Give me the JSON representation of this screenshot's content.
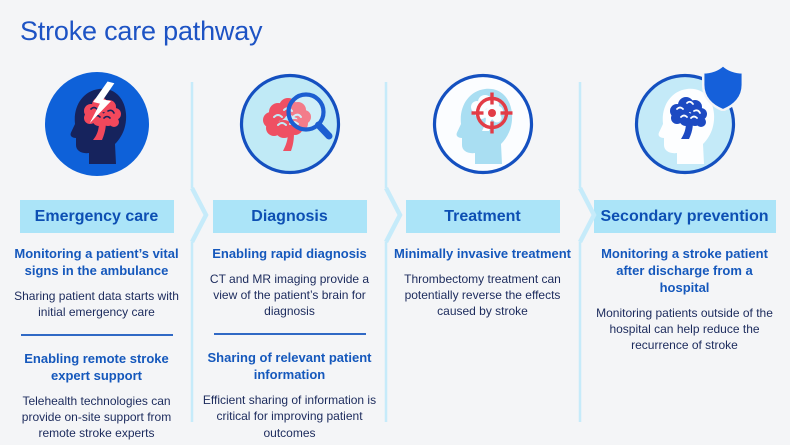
{
  "title": "Stroke care pathway",
  "colors": {
    "background": "#f4f5f7",
    "title_text": "#1d53c4",
    "banner_bg": "#abe4f8",
    "banner_text": "#0d4fb3",
    "heading_text": "#1558bc",
    "body_text": "#1b2a5c",
    "section_divider": "#3069c5",
    "column_divider": "#c6ebfa",
    "icon_bright_blue": "#0e61d9",
    "icon_navy": "#16235d",
    "icon_pink": "#f2485c",
    "icon_light_blue": "#a9def2",
    "icon_cyan_bg": "#c0eaf6",
    "icon_ring_blue": "#1450c0",
    "crosshair_red": "#e23c46"
  },
  "columns": [
    {
      "id": "emergency-care",
      "banner": "Emergency care",
      "icon": "head-with-lightning-and-brain-icon",
      "sections": [
        {
          "heading": "Monitoring a patient’s vital signs in the ambulance",
          "body": "Sharing patient data starts with initial emergency care"
        },
        {
          "heading": "Enabling remote stroke expert support",
          "body": "Telehealth technologies can provide on-site support from remote stroke experts"
        }
      ]
    },
    {
      "id": "diagnosis",
      "banner": "Diagnosis",
      "icon": "brain-with-magnifier-icon",
      "sections": [
        {
          "heading": "Enabling rapid diagnosis",
          "body": "CT and MR imaging provide a view of the patient’s brain for diagnosis"
        },
        {
          "heading": "Sharing of relevant patient information",
          "body": "Efficient sharing of information is critical for improving patient outcomes"
        }
      ]
    },
    {
      "id": "treatment",
      "banner": "Treatment",
      "icon": "head-with-target-icon",
      "sections": [
        {
          "heading": "Minimally invasive treatment",
          "body": "Thrombectomy treatment can potentially reverse the effects caused by stroke"
        }
      ]
    },
    {
      "id": "secondary-prevention",
      "banner": "Secondary prevention",
      "icon": "head-with-brain-and-shield-icon",
      "sections": [
        {
          "heading": "Monitoring a stroke patient after discharge from a hospital",
          "body": "Monitoring patients outside of the hospital can help reduce the recurrence of stroke"
        }
      ]
    }
  ]
}
